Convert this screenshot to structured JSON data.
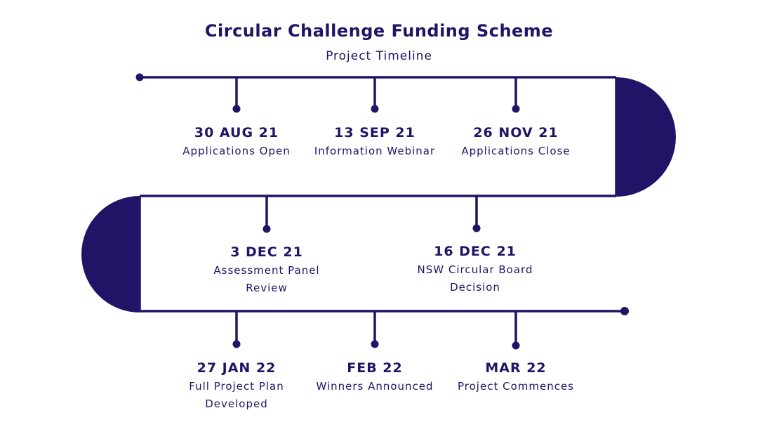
{
  "header": {
    "title": "Circular Challenge Funding Scheme",
    "subtitle": "Project Timeline"
  },
  "colors": {
    "primary": "#1f1466",
    "background": "#ffffff"
  },
  "milestones": [
    {
      "date": "30 AUG 21",
      "label": "Applications Open"
    },
    {
      "date": "13 SEP 21",
      "label": "Information Webinar"
    },
    {
      "date": "26 NOV 21",
      "label": "Applications Close"
    },
    {
      "date": "3 DEC 21",
      "label": "Assessment Panel Review"
    },
    {
      "date": "16 DEC 21",
      "label": "NSW Circular Board Decision"
    },
    {
      "date": "27 JAN 22",
      "label": "Full Project Plan Developed"
    },
    {
      "date": "FEB 22",
      "label": "Winners Announced"
    },
    {
      "date": "MAR 22",
      "label": "Project Commences"
    }
  ]
}
